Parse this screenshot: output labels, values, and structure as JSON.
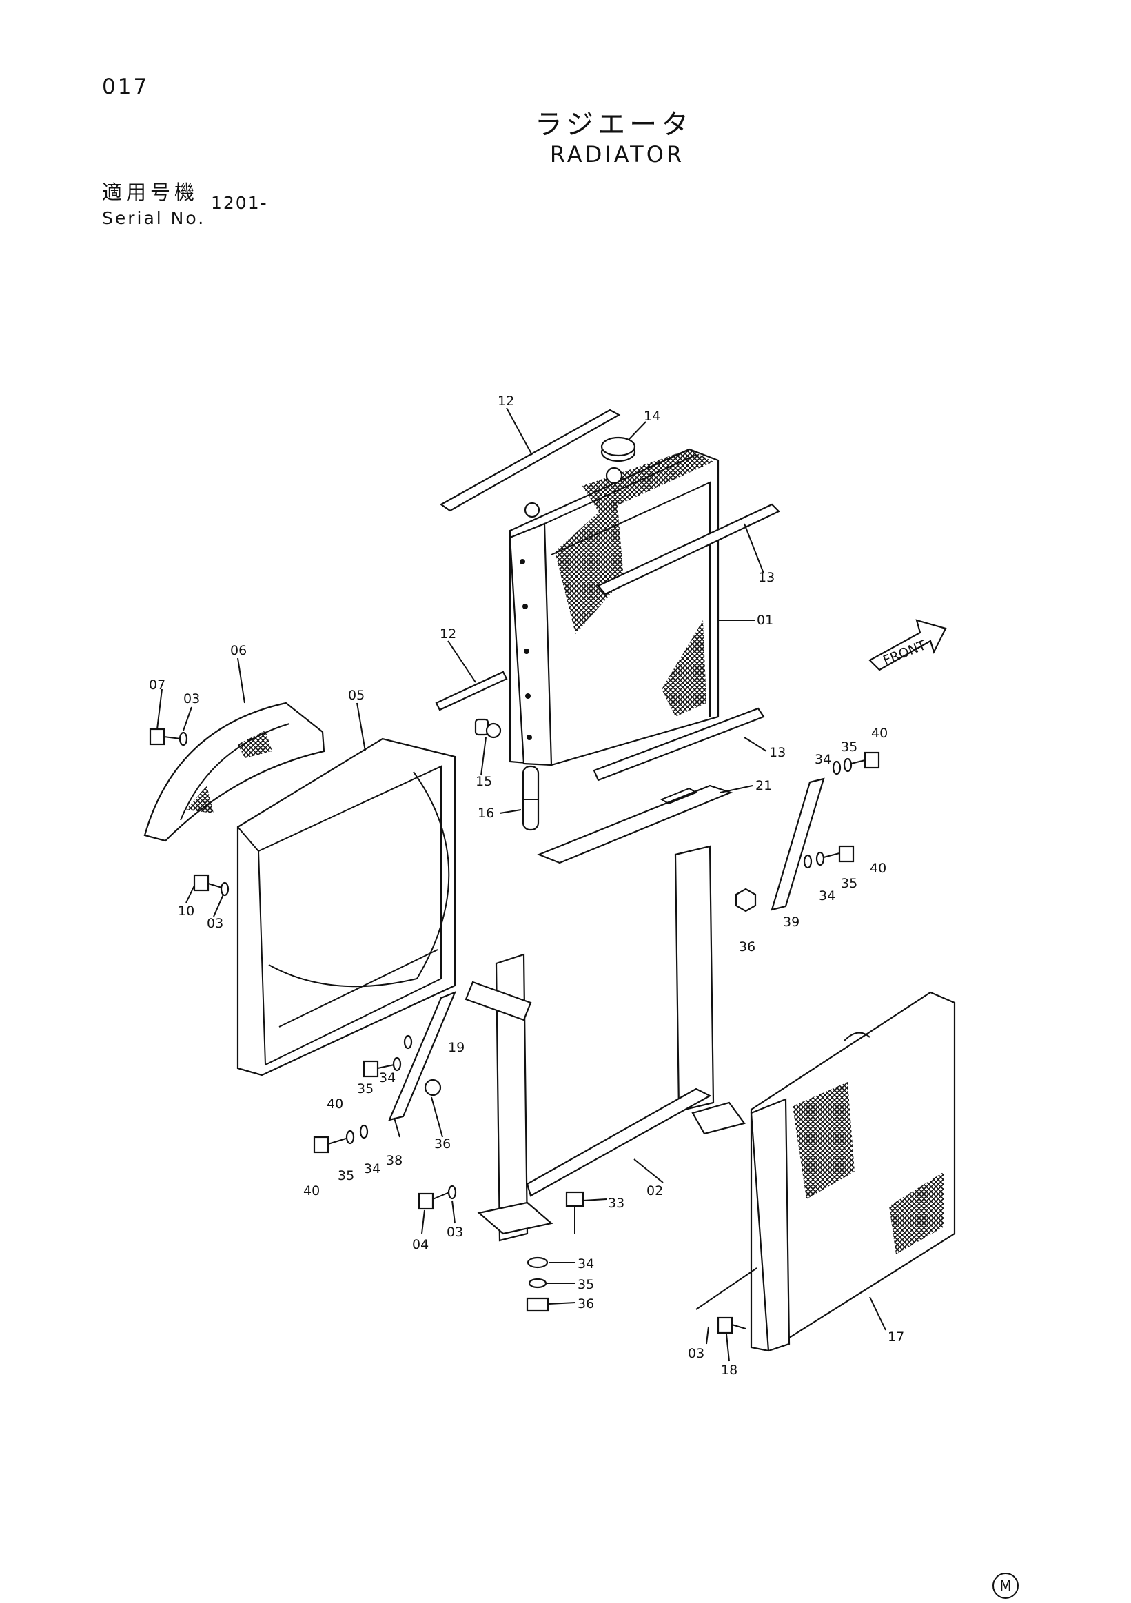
{
  "page_number": "017",
  "title_jp": "ラジエータ",
  "title_en": "RADIATOR",
  "serial": {
    "label_jp": "適用号機",
    "label_en": "Serial No.",
    "value": "1201-"
  },
  "front_label": "FRONT",
  "mark": "M",
  "callouts": {
    "c01": "01",
    "c02": "02",
    "c03a": "03",
    "c03b": "03",
    "c03c": "03",
    "c03d": "03",
    "c04": "04",
    "c05": "05",
    "c06": "06",
    "c07": "07",
    "c10": "10",
    "c12a": "12",
    "c12b": "12",
    "c13a": "13",
    "c13b": "13",
    "c14": "14",
    "c15": "15",
    "c16": "16",
    "c17": "17",
    "c18": "18",
    "c19": "19",
    "c21": "21",
    "c33": "33",
    "c34a": "34",
    "c34b": "34",
    "c34c": "34",
    "c34d": "34",
    "c34e": "34",
    "c35a": "35",
    "c35b": "35",
    "c35c": "35",
    "c35d": "35",
    "c35e": "35",
    "c36a": "36",
    "c36b": "36",
    "c36c": "36",
    "c38": "38",
    "c39": "39",
    "c40a": "40",
    "c40b": "40",
    "c40c": "40",
    "c40d": "40"
  }
}
